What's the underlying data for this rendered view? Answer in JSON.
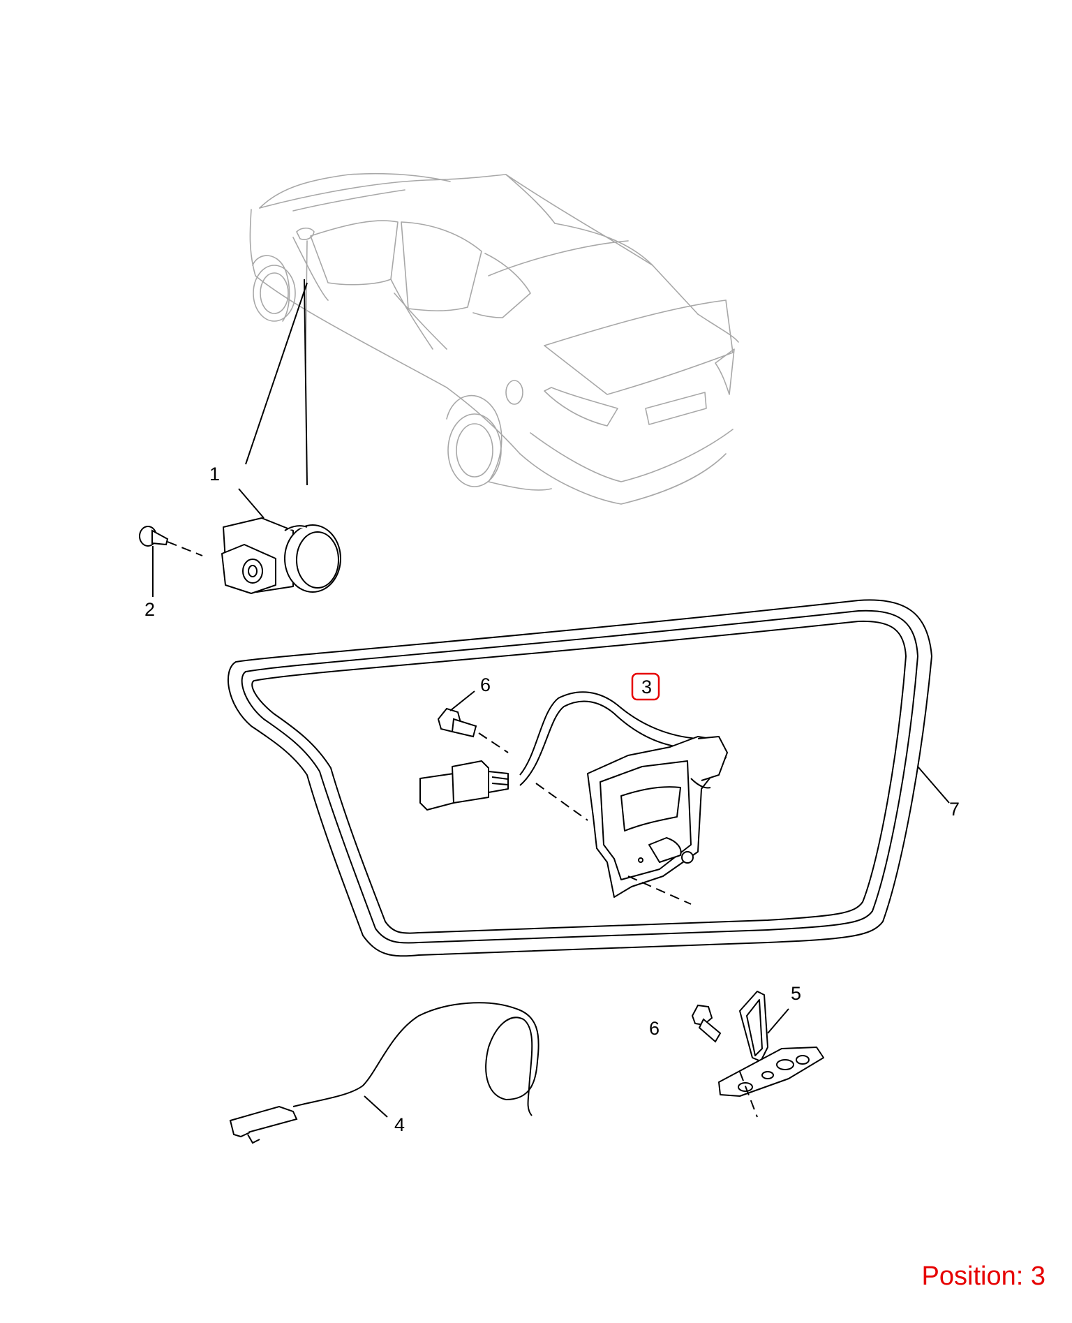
{
  "diagram": {
    "callouts": [
      {
        "id": "1",
        "label": "1"
      },
      {
        "id": "2",
        "label": "2"
      },
      {
        "id": "3",
        "label": "3",
        "highlighted": true
      },
      {
        "id": "4",
        "label": "4"
      },
      {
        "id": "5",
        "label": "5"
      },
      {
        "id": "6a",
        "label": "6"
      },
      {
        "id": "6b",
        "label": "6"
      },
      {
        "id": "7",
        "label": "7"
      }
    ],
    "highlight_color": "#e60000"
  },
  "position_label": "Position: 3"
}
